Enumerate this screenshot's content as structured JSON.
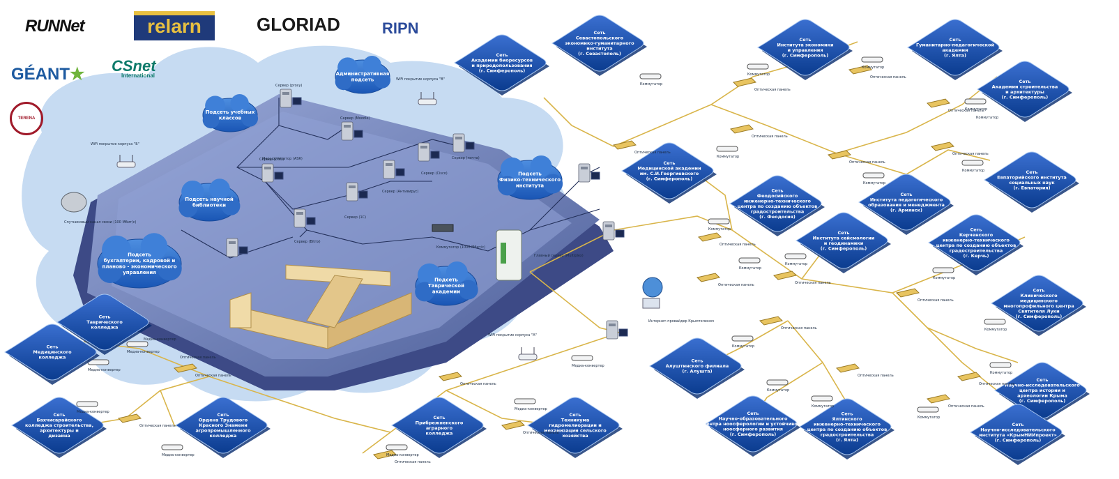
{
  "logos": {
    "runnet": "RUNNet",
    "relarn": "relarn",
    "gloriad": "GLORIAD",
    "ripn": "RIPN",
    "geant": "GÉANT",
    "csnet_main": "CSnet",
    "csnet_sub": "International",
    "terena": "TERENA"
  },
  "clouds": [
    {
      "lines": [
        "Административная",
        "подсеть"
      ]
    },
    {
      "lines": [
        "Подсеть учебных",
        "классов"
      ]
    },
    {
      "lines": [
        "Подсеть научной",
        "библиотеки"
      ]
    },
    {
      "lines": [
        "Подсеть",
        "Физико-технического",
        "института"
      ]
    },
    {
      "lines": [
        "Подсеть",
        "бухгалтерии, кадровой и",
        "планово - экономического",
        "управления"
      ]
    },
    {
      "lines": [
        "Подсеть",
        "Таврической",
        "академии"
      ]
    }
  ],
  "nodes": [
    {
      "lines": [
        "Сеть",
        "Академии биоресурсов",
        "и природопользования",
        "(г. Симферополь)"
      ]
    },
    {
      "lines": [
        "Сеть",
        "Севастопольского",
        "экономико-гуманитарного",
        "института",
        "(г. Севастополь)"
      ]
    },
    {
      "lines": [
        "Сеть",
        "Института экономики",
        "и управления",
        "(г. Симферополь)"
      ]
    },
    {
      "lines": [
        "Сеть",
        "Гуманитарно-педагогической",
        "академии",
        "(г. Ялта)"
      ]
    },
    {
      "lines": [
        "Сеть",
        "Академии строительства",
        "и архитектуры",
        "(г. Симферополь)"
      ]
    },
    {
      "lines": [
        "Сеть",
        "Медицинской академии",
        "им. С.И.Георгиевского",
        "(г. Симферополь)"
      ]
    },
    {
      "lines": [
        "Сеть",
        "Феодосийского",
        "инженерно-технического",
        "центра по созданию объектов",
        "градостроительства",
        "(г. Феодосия)"
      ]
    },
    {
      "lines": [
        "Сеть",
        "Института педагогического",
        "образования и менеджмента",
        "(г. Армянск)"
      ]
    },
    {
      "lines": [
        "Сеть",
        "Евпаторийского института",
        "социальных наук",
        "(г. Евпатория)"
      ]
    },
    {
      "lines": [
        "Сеть",
        "Института сейсмологии",
        "и геодинамики",
        "(г. Симферополь)"
      ]
    },
    {
      "lines": [
        "Сеть",
        "Керченского",
        "инженерно-технического",
        "центра по созданию объектов",
        "градостроительства",
        "(г. Керчь)"
      ]
    },
    {
      "lines": [
        "Сеть",
        "Клинического",
        "медицинского",
        "многопрофильного центра",
        "Святителя Луки",
        "(г. Симферополь)"
      ]
    },
    {
      "lines": [
        "Сеть",
        "Таврического",
        "колледжа"
      ]
    },
    {
      "lines": [
        "Сеть",
        "Медицинского",
        "колледжа"
      ]
    },
    {
      "lines": [
        "Сеть",
        "Бахчисарайского",
        "колледжа строительства,",
        "архитектуры и",
        "дизайна"
      ]
    },
    {
      "lines": [
        "Сеть",
        "Ордена Трудового",
        "Красного Знамени",
        "агропромышленного",
        "колледжа"
      ]
    },
    {
      "lines": [
        "Сеть",
        "Прибрежненского",
        "аграрного",
        "колледжа"
      ]
    },
    {
      "lines": [
        "Сеть",
        "Техникума",
        "гидромелиорации и",
        "механизации сельского",
        "хозяйства"
      ]
    },
    {
      "lines": [
        "Сеть",
        "Алуштинского филиала",
        "(г. Алушта)"
      ]
    },
    {
      "lines": [
        "Сеть",
        "Научно-образовательного",
        "центра ноосферологии и устойчивого",
        "ноосферного развития",
        "(г. Симферополь)"
      ]
    },
    {
      "lines": [
        "Сеть",
        "Ялтинского",
        "инженерно-технического",
        "центра по созданию объектов",
        "градостроительства",
        "(г. Ялта)"
      ]
    },
    {
      "lines": [
        "Сеть",
        "Научно-исследовательского",
        "центра истории и",
        "археологии Крыма",
        "(г. Симферополь)"
      ]
    },
    {
      "lines": [
        "Сеть",
        "Научно-исследовательского",
        "института «КрымНИИпроект»",
        "(г. Симферополь)"
      ]
    }
  ],
  "labels": {
    "wifi_b": "WiFi покрытие корпуса \"Б\"",
    "wifi_v": "WiFi покрытие корпуса \"В\"",
    "wifi_a": "WiFi покрытие корпуса \"А\"",
    "satellite": "Спутниковый канал связи (100 Мбит/с)",
    "server_proxy": "Сервер (proxy)",
    "server_moodle": "Сервер (Moodle)",
    "server_dns": "Сервер (DNS)",
    "server_antivirus": "Сервер (Антивирус)",
    "server_cisco": "Сервер (Cisco)",
    "server_mail": "Сервер (почта)",
    "server_1c": "Сервер (1С)",
    "server_bitrix": "Сервер (Bitrix)",
    "router": "Маршрутизатор (ASR)",
    "main_server": "Главный сервер (Multiplex)",
    "switch_1000": "Коммутатор (1000 Мбит/с)",
    "isp": "Интернет-провайдер Крымтелеком",
    "media_converter": "Медиа-конвертер",
    "optical_panel": "Оптическая панель",
    "switch": "Коммутатор"
  }
}
